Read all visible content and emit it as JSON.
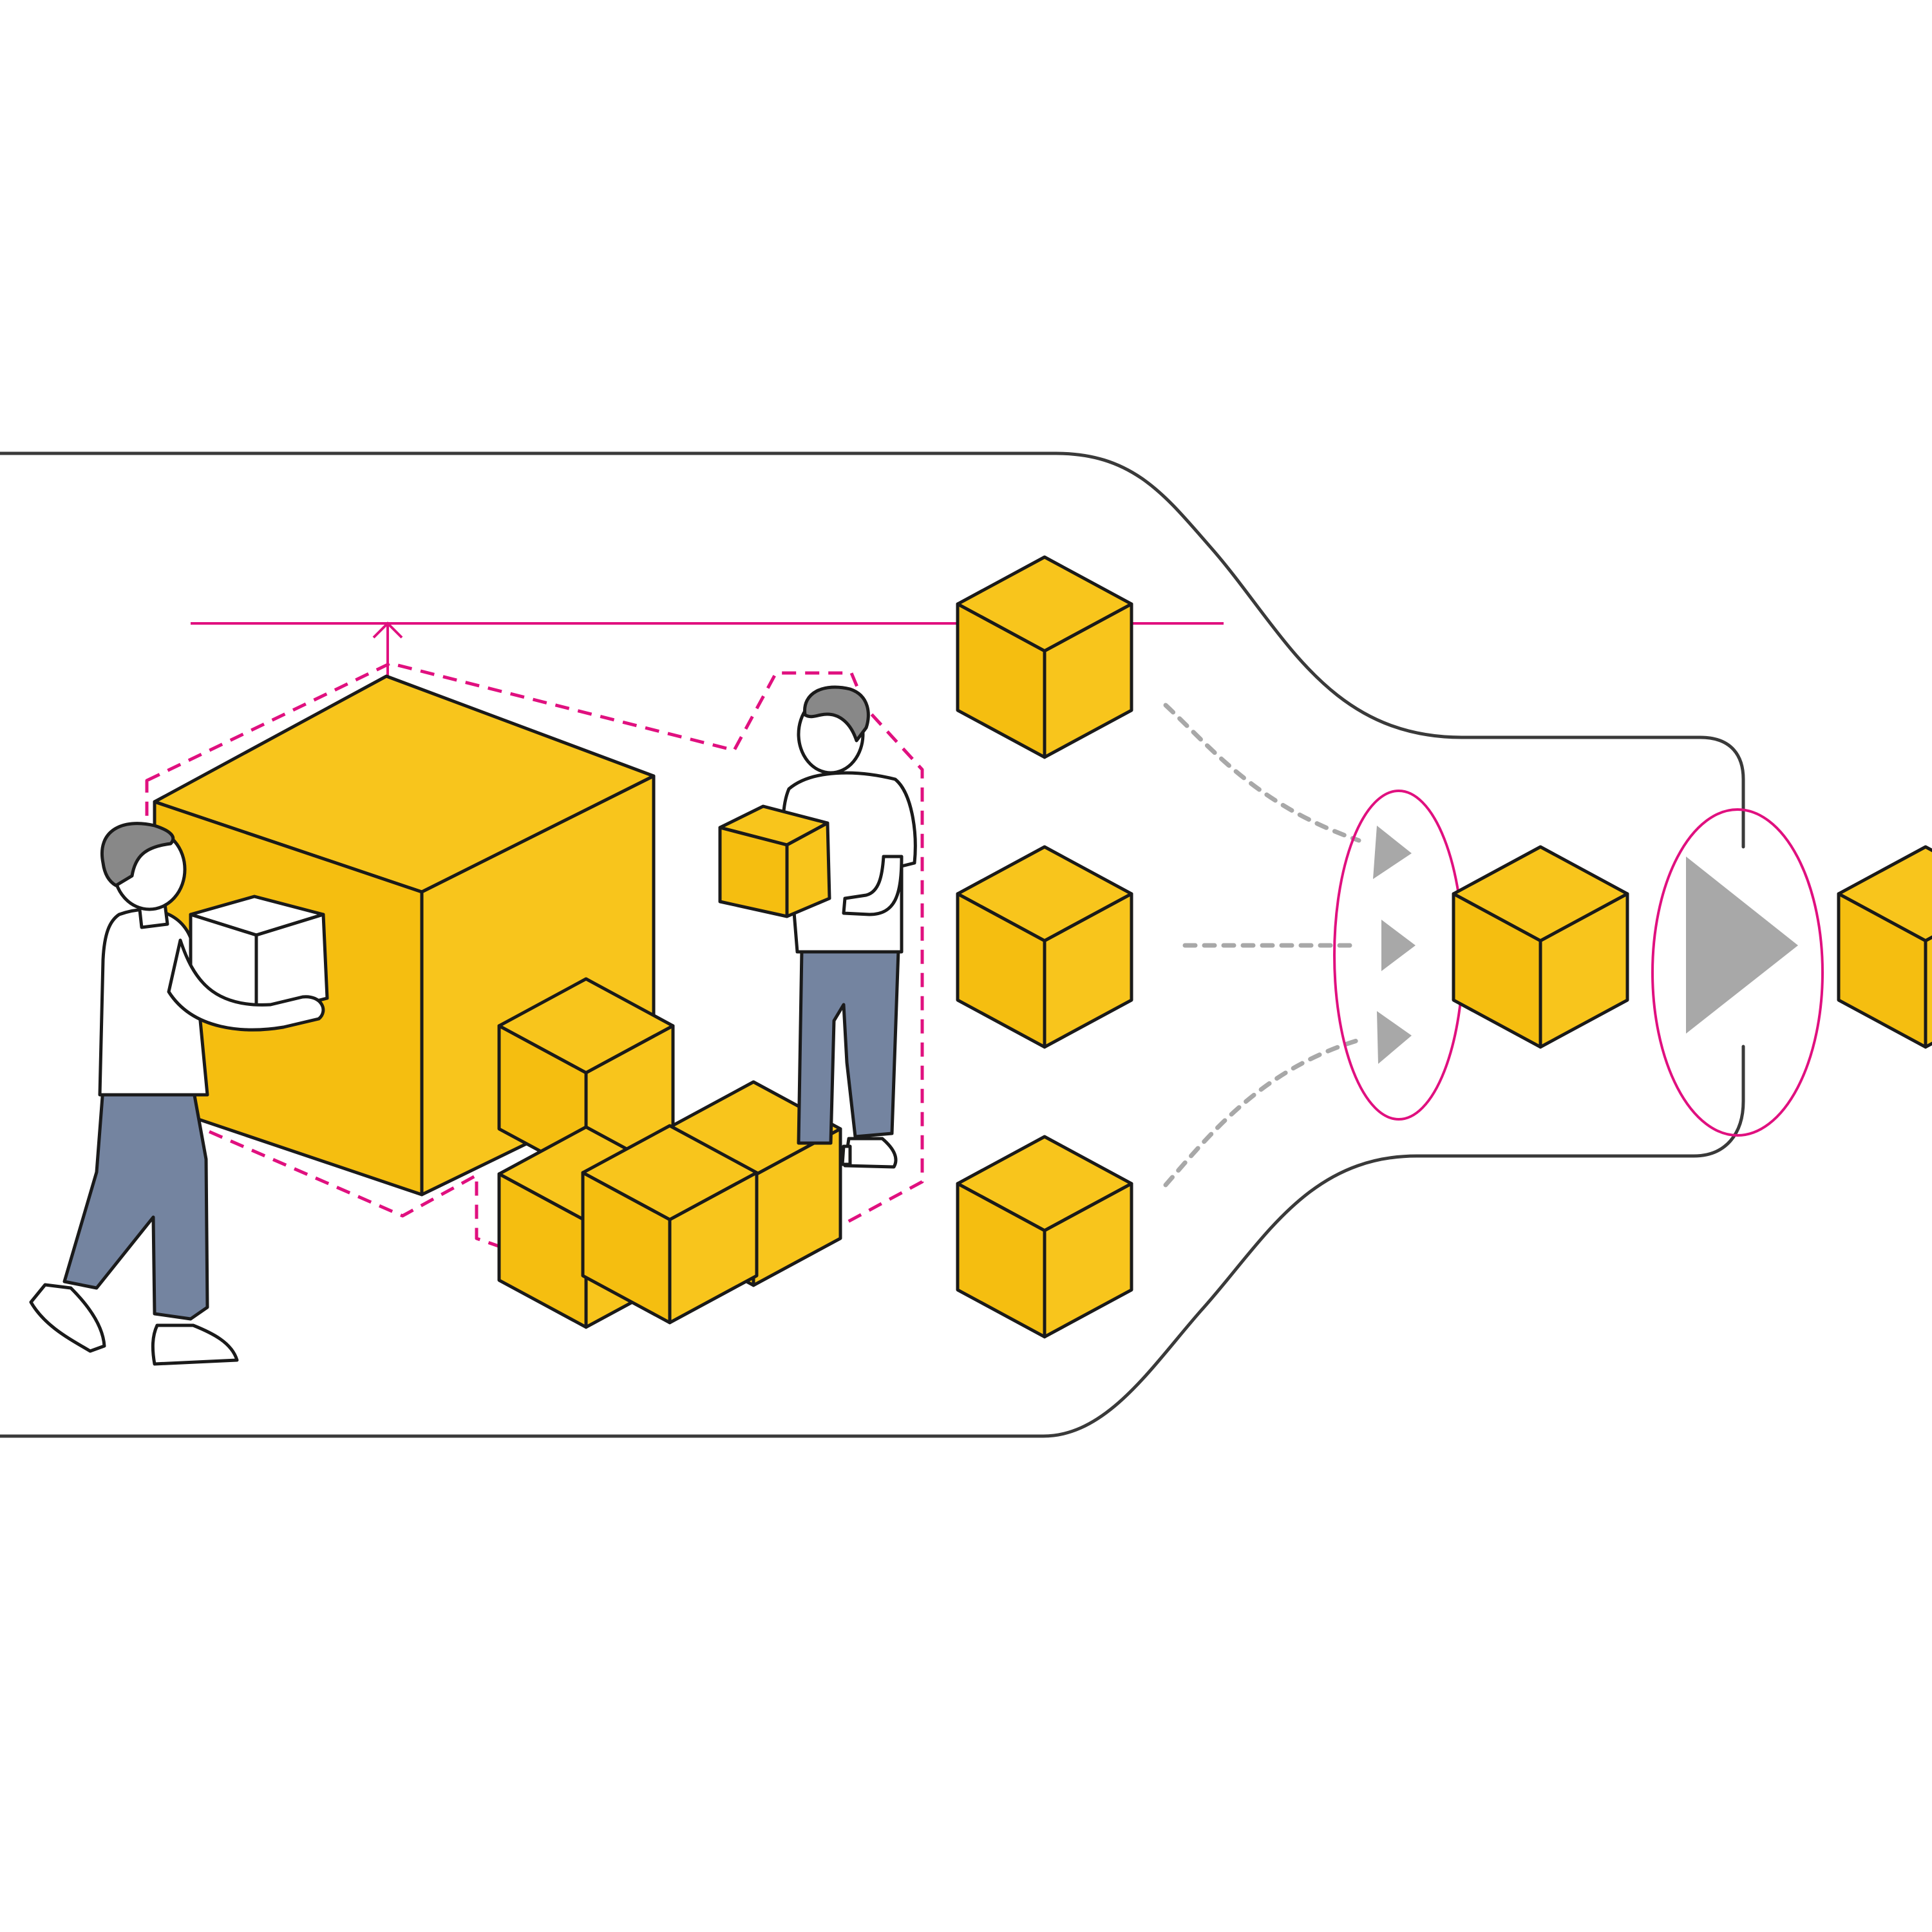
{
  "colors": {
    "cube_yellow": "#f8c51c",
    "cube_yellow_shade": "#f5be10",
    "outline": "#3a3a3a",
    "accent_pink": "#e0107f",
    "arrow_grey": "#a8a8a8",
    "pants_blue": "#7484a0",
    "hair_grey": "#888888"
  },
  "icons": [
    "cube-icon",
    "play-arrow-icon",
    "small-arrow-icon"
  ],
  "scene": {
    "people_count": 2,
    "batch_cubes_count": 5,
    "queued_cubes_count": 3,
    "flowing_cubes_count": 2
  }
}
